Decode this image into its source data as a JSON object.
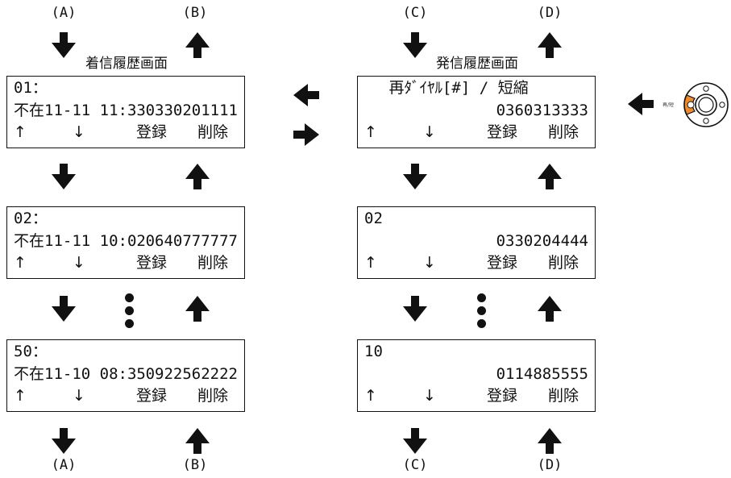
{
  "labels": {
    "a": "(A)",
    "b": "(B)",
    "c": "(C)",
    "d": "(D)"
  },
  "captions": {
    "incoming": "着信履歴画面",
    "outgoing": "発信履歴画面"
  },
  "keys": {
    "up": "↑",
    "down": "↓",
    "register": "登録",
    "delete": "削除"
  },
  "incoming_screens": [
    {
      "line1": "01：",
      "line2_left": "不在11-11 11:33",
      "line2_right": "0330201111"
    },
    {
      "line1": "02：",
      "line2_left": "不在11-11 10:02",
      "line2_right": "0640777777"
    },
    {
      "line1": "50：",
      "line2_left": "不在11-10 08:35",
      "line2_right": "0922562222"
    }
  ],
  "outgoing_screens": [
    {
      "line1": "　 再ﾀﾞｲﾔﾙ[#] / 短縮",
      "line2": "0360313333"
    },
    {
      "line1": "02",
      "line2": "0330204444"
    },
    {
      "line1": "10",
      "line2": "0114885555"
    }
  ],
  "button": {
    "label": "再/短"
  },
  "colors": {
    "stroke": "#111111",
    "accent": "#f08a2c"
  }
}
